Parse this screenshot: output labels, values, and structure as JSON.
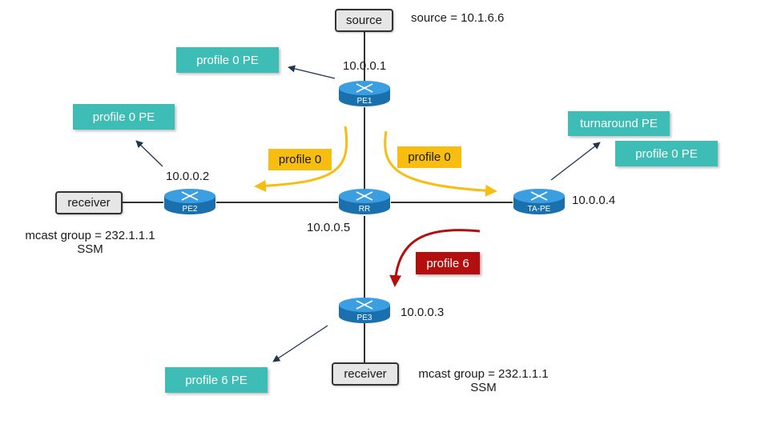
{
  "colors": {
    "link": "#333333",
    "teal_label": "#3dbdb5",
    "profile0_flow": "#f7bd10",
    "profile6_flow": "#b30f0f",
    "router_body": "#1f86c9"
  },
  "routers": {
    "pe1": "PE1",
    "pe2": "PE2",
    "rr": "RR",
    "ta_pe": "TA-PE",
    "pe3": "PE3"
  },
  "addresses": {
    "pe1": "10.0.0.1",
    "pe2": "10.0.0.2",
    "rr": "10.0.0.5",
    "ta_pe": "10.0.0.4",
    "pe3": "10.0.0.3"
  },
  "hosts": {
    "source": "source",
    "receiver_left": "receiver",
    "receiver_bottom": "receiver"
  },
  "info": {
    "source_ip": "source = 10.1.6.6",
    "mcast_left_line1": "mcast group = 232.1.1.1",
    "mcast_left_line2": "SSM",
    "mcast_bottom_line1": "mcast group = 232.1.1.1",
    "mcast_bottom_line2": "SSM"
  },
  "role_labels": {
    "pe1_role": "profile 0 PE",
    "pe2_role": "profile 0 PE",
    "ta_role_1": "turnaround PE",
    "ta_role_2": "profile 0 PE",
    "pe3_role": "profile 6 PE"
  },
  "flow_labels": {
    "flow_left": "profile 0",
    "flow_right": "profile 0",
    "flow_down": "profile 6"
  },
  "icons": {
    "router": "router-icon",
    "arrow": "arrow-icon"
  }
}
